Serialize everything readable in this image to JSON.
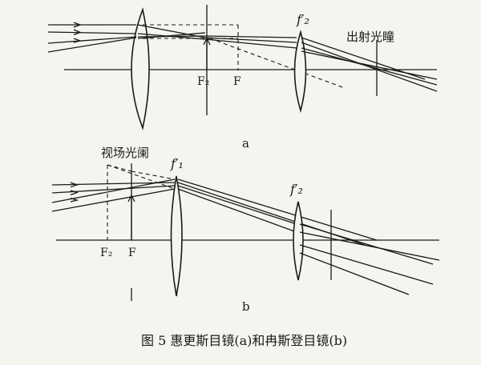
{
  "panel_a": {
    "label_f2_prime": "f′₂",
    "label_exit_pupil": "出射光瞳",
    "label_F2": "F₂",
    "label_F": "F",
    "panel_letter": "a"
  },
  "panel_b": {
    "label_field_stop": "视场光阑",
    "label_f1_prime": "f′₁",
    "label_f2_prime": "f′₂",
    "label_F2": "F₂",
    "label_F": "F",
    "panel_letter": "b"
  },
  "caption": "图 5  惠更斯目镜(a)和冉斯登目镜(b)"
}
